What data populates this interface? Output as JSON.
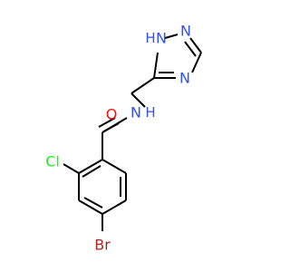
{
  "molecule": {
    "atoms": {
      "O": "O",
      "NH": "N",
      "H_amide": "H",
      "N1H": "N",
      "H_triazole": "H",
      "N2": "N",
      "N4": "N",
      "Cl": "Cl",
      "Br": "Br"
    },
    "colors": {
      "carbon_bond": "#000000",
      "oxygen": "#ff0d0d",
      "nitrogen": "#3050f8",
      "chlorine": "#1ff01f",
      "bromine": "#a62929"
    }
  }
}
